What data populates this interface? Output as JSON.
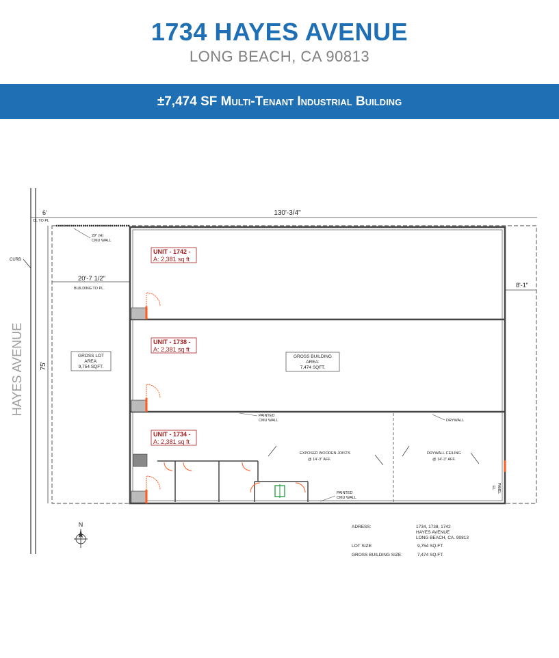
{
  "header": {
    "title": "1734 HAYES AVENUE",
    "subtitle": "LONG BEACH, CA 90813",
    "banner": "±7,474 SF Multi-Tenant Industrial Building"
  },
  "colors": {
    "brand_blue": "#1f6fb4",
    "unit_red": "#a31b1b",
    "door_orange": "#ff5a1f"
  },
  "plan": {
    "street": "HAYES AVENUE",
    "curb": "CURB",
    "dims": {
      "setback": "6'",
      "cl_to_pl": "CL TO PL",
      "overall_length": "130'-3/4\"",
      "depth": "75'",
      "building_to_pl": "20'-7 1/2\"",
      "building_to_pl_label": "BUILDING TO PL.",
      "rear": "8'-1\""
    },
    "cmu_wall_height": "29\" (H)",
    "cmu_wall": "CMU WALL",
    "gross_lot": {
      "line1": "GROSS LOT",
      "line2": "AREA:",
      "line3": "9,754 SQFT."
    },
    "gross_building": {
      "line1": "GROSS BUILDING",
      "line2": "AREA:",
      "line3": "7,474 SQFT."
    },
    "units": [
      {
        "name": "UNIT - 1742 -",
        "area": "A: 2,381 sq ft"
      },
      {
        "name": "UNIT - 1738 -",
        "area": "A: 2,381 sq ft"
      },
      {
        "name": "UNIT - 1734 -",
        "area": "A: 2,381 sq ft"
      }
    ],
    "notes": {
      "painted": "PAINTED",
      "cmu_wall": "CMU WALL",
      "drywall": "DRYWALL",
      "joists_1": "EXPOSED WOODEN JOISTS",
      "joists_2": "@ 14'-3\" AFF.",
      "ceiling_1": "DRYWALL CEILING",
      "ceiling_2": "@ 14'-3\" AFF.",
      "el_1": "EL.",
      "el_2": "PANEL"
    },
    "north": "N",
    "info": {
      "address_label": "ADRESS:",
      "address_1": "1734, 1738, 1742",
      "address_2": "HAYES AVENUE",
      "address_3": "LONG BEACH, CA. 90813",
      "lot_label": "LOT SIZE:",
      "lot_value": "9,754 SQ.FT.",
      "bldg_label": "GROSS BUILDING SIZE:",
      "bldg_value": "7,474 SQ.FT."
    }
  }
}
